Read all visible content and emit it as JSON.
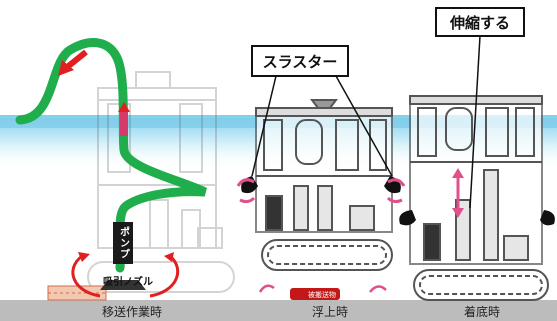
{
  "labels": {
    "extendable": "伸縮する",
    "thruster": "スラスター",
    "pump": "ポンプ",
    "nozzle": "吸引ノズル",
    "bottom_object": "被搬送物"
  },
  "captions": {
    "transfer": "移送作業時",
    "floating": "浮上時",
    "landing": "着底時"
  },
  "colors": {
    "hose": "#1fae4b",
    "arrow_red": "#e02020",
    "motion_pink": "#e0508c",
    "water": "#8fd6ee",
    "seabed": "#bfbfbf",
    "frame": "#555555",
    "thruster": "#111111"
  }
}
